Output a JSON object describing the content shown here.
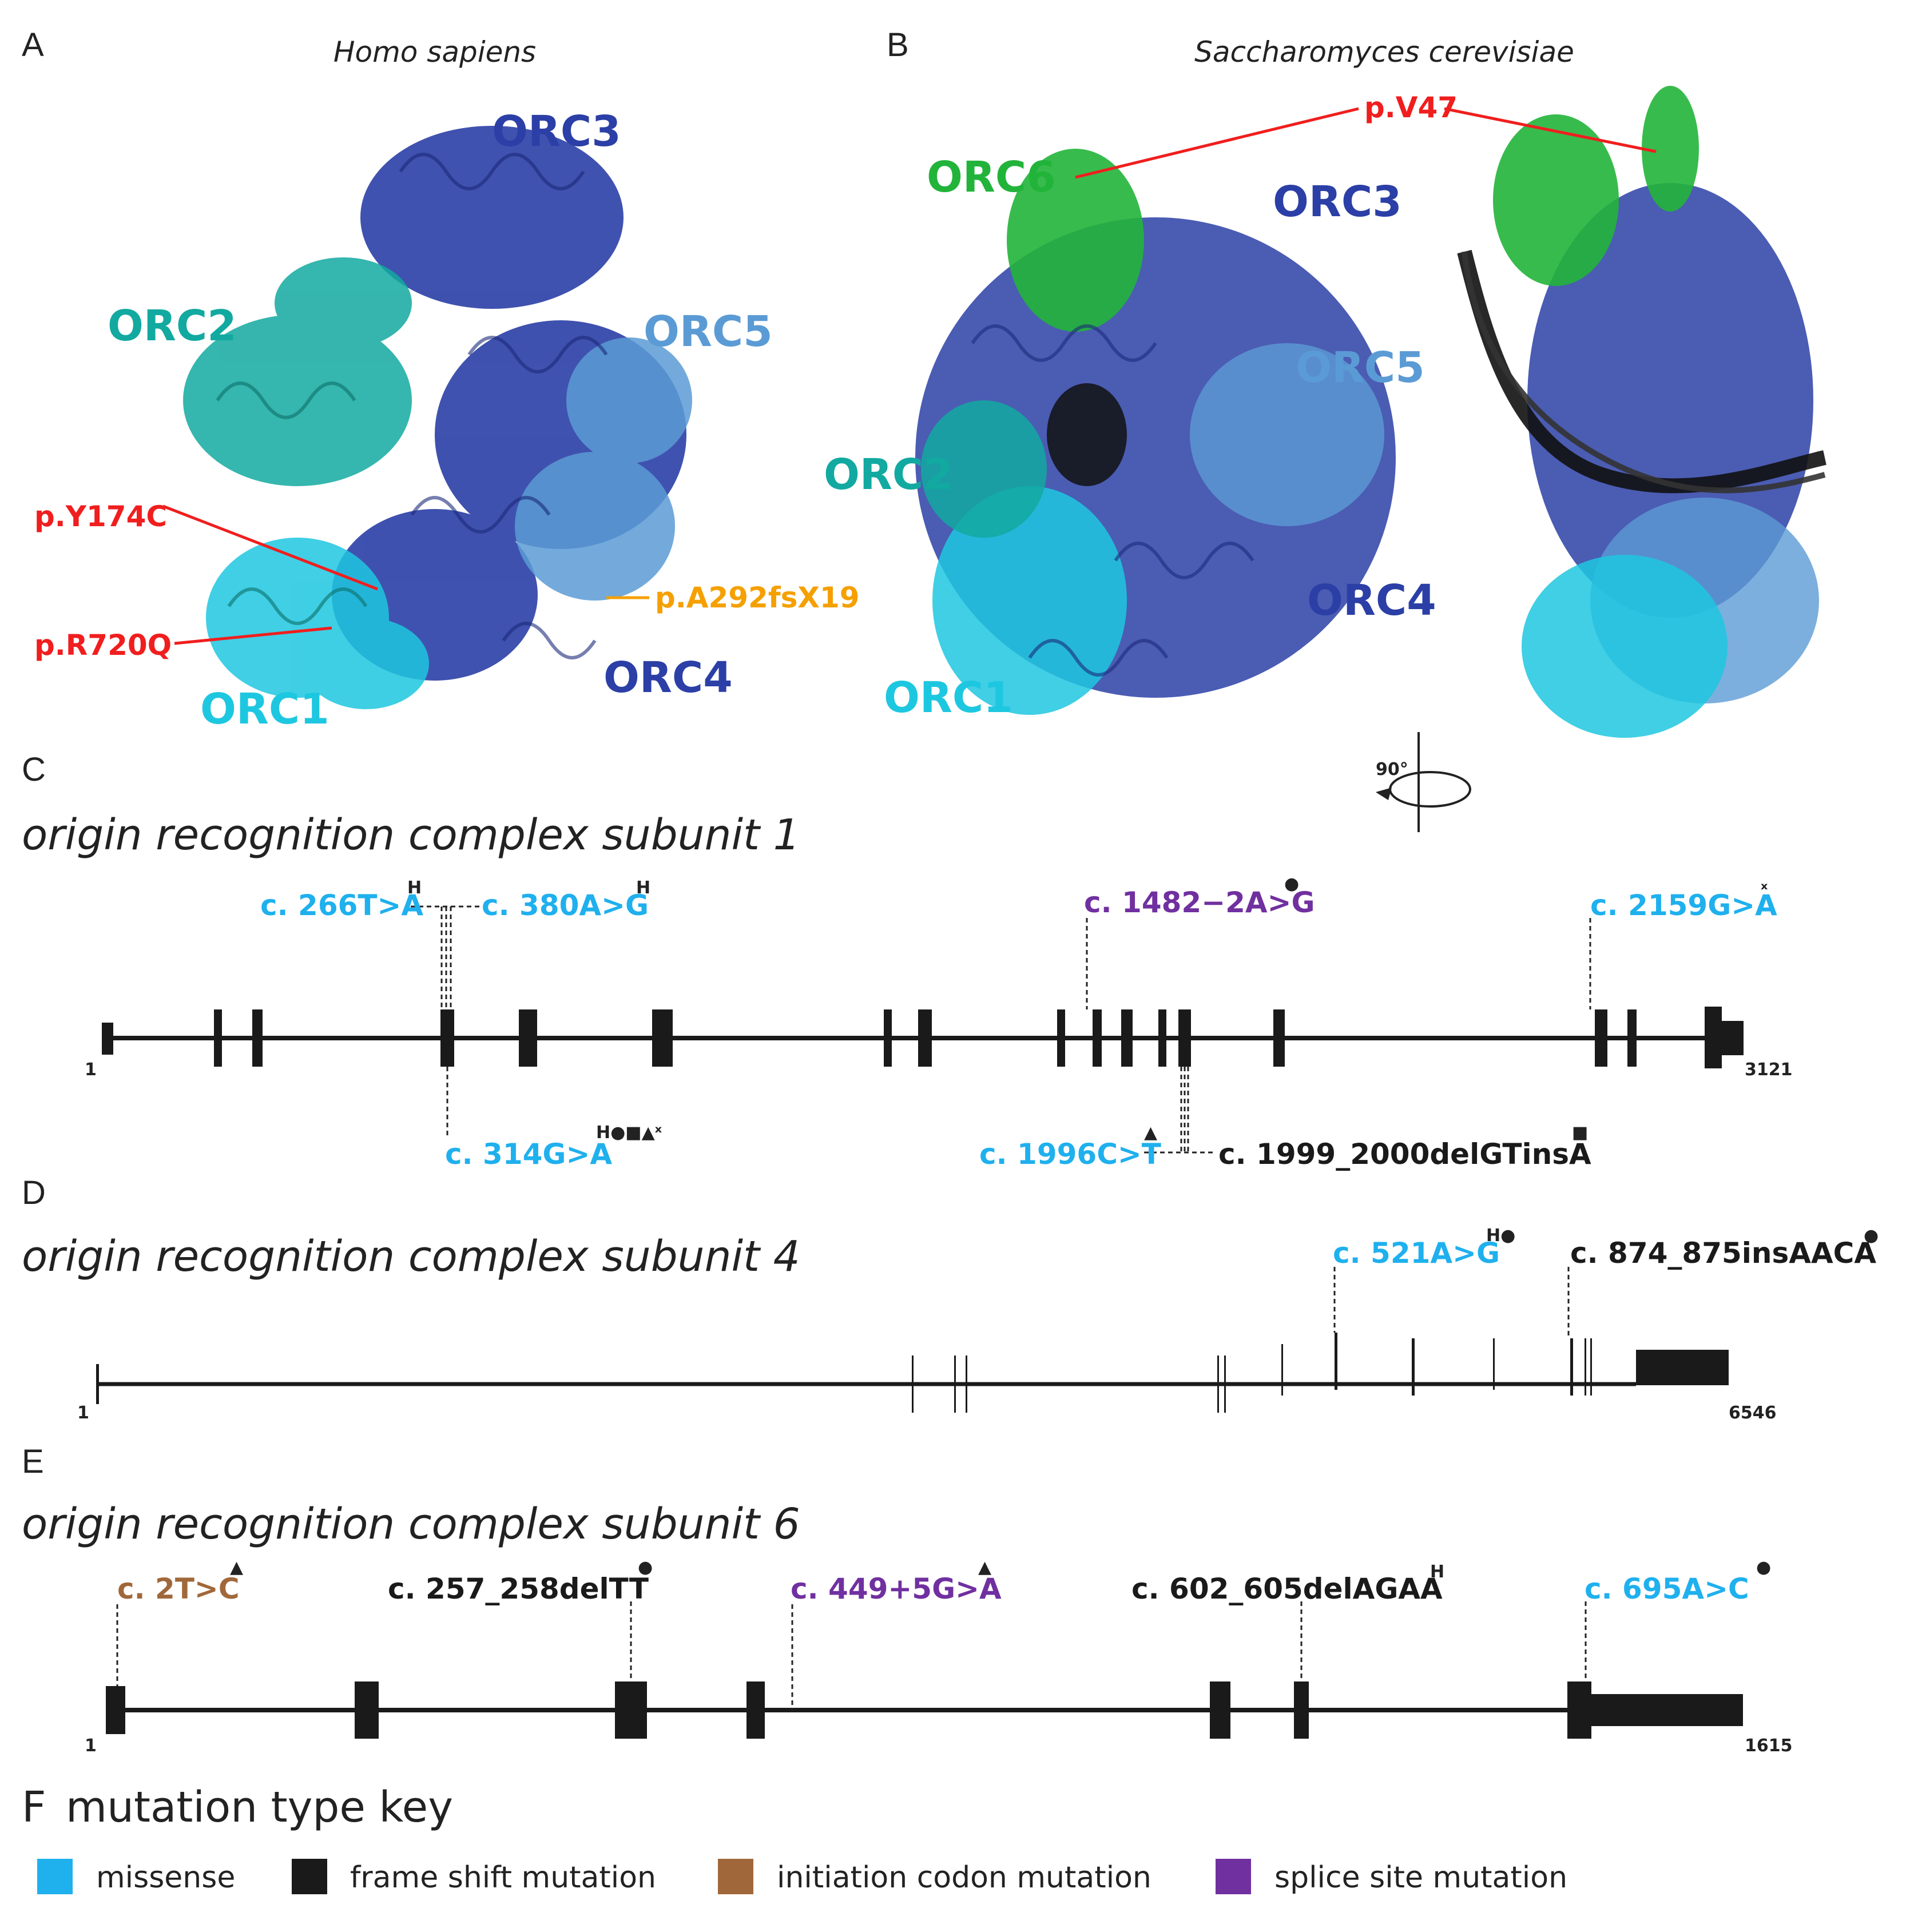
{
  "panels": {
    "a": "A",
    "b": "B",
    "c": "C",
    "d": "D",
    "e": "E",
    "f": "F"
  },
  "species": {
    "human": "Homo sapiens",
    "yeast": "Saccharomyces cerevisiae"
  },
  "human_structure": {
    "orc1": "ORC1",
    "orc2": "ORC2",
    "orc3": "ORC3",
    "orc4": "ORC4",
    "orc5": "ORC5",
    "mut_y174c": "p.Y174C",
    "mut_r720q": "p.R720Q",
    "mut_a292": "p.A292fsX19"
  },
  "yeast_structure": {
    "orc1": "ORC1",
    "orc2": "ORC2",
    "orc3": "ORC3",
    "orc4": "ORC4",
    "orc5": "ORC5",
    "orc6": "ORC6",
    "mut_v47": "p.V47",
    "rotation": "90°"
  },
  "gene_orc1": {
    "title": "origin recognition complex subunit 1",
    "start": "1",
    "end": "3121",
    "m1": "c. 266T>A",
    "m1_sup": "H",
    "m2": "c. 380A>G",
    "m2_sup": "H",
    "m3": "c. 1482−2A>G",
    "m3_sup": "●",
    "m4": "c. 2159G>A",
    "m4_sup": "ˣ",
    "m5": "c. 314G>A",
    "m5_sup": "H●■▲ˣ",
    "m6": "c. 1996C>T",
    "m6_sup": "▲",
    "m7": "c. 1999_2000delGTinsA",
    "m7_sup": "■"
  },
  "gene_orc4": {
    "title": "origin recognition complex subunit 4",
    "start": "1",
    "end": "6546",
    "m1": "c. 521A>G",
    "m1_sup": "H●",
    "m2": "c. 874_875insAACA",
    "m2_sup": "●"
  },
  "gene_orc6": {
    "title": "origin recognition complex subunit 6",
    "start": "1",
    "end": "1615",
    "m1": "c. 2T>C",
    "m1_sup": "▲",
    "m2": "c. 257_258delTT",
    "m2_sup": "●",
    "m3": "c. 449+5G>A",
    "m3_sup": "▲",
    "m4": "c. 602_605delAGAA",
    "m4_sup": "H",
    "m5": "c. 695A>C",
    "m5_sup": "●"
  },
  "key": {
    "title": "mutation type key",
    "missense": "missense",
    "frameshift": "frame shift mutation",
    "initiation": "initiation codon mutation",
    "splice": "splice site mutation"
  },
  "colors": {
    "missense": "#1fb0ee",
    "frameshift": "#1a1a1a",
    "initiation": "#a0683a",
    "splice": "#7030a0",
    "orc1": "#1ec7e0",
    "orc2": "#12a9a0",
    "orc3": "#2b3fa6",
    "orc4": "#2b3fa6",
    "orc5": "#5b9bd5",
    "orc6": "#22b43a",
    "protein_mut": "#f01e1e",
    "frameshift_protein": "#f5a000"
  }
}
